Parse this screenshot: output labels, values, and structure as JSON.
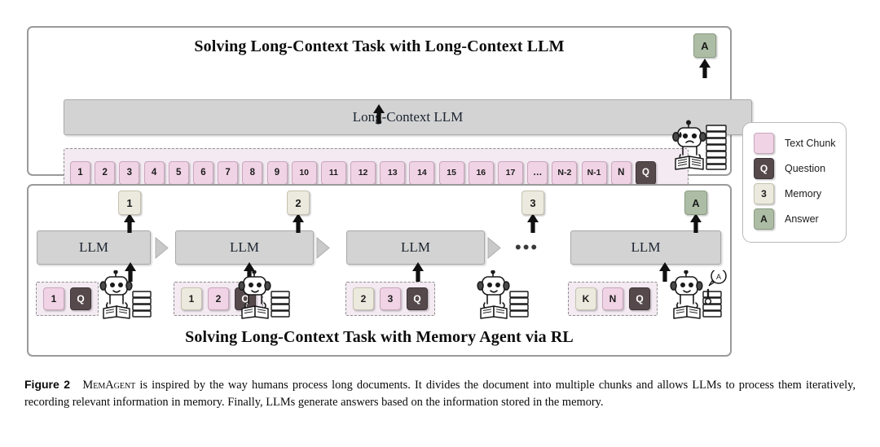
{
  "figure": {
    "label": "Figure 2",
    "name_smallcaps": "MemAgent",
    "caption_part1": " is inspired by the way humans process long documents. It divides the document into multiple chunks and allows LLMs to process them iteratively, recording relevant information in memory. Finally, LLMs generate answers based on the information stored in the memory."
  },
  "panel_top": {
    "title": "Solving Long-Context Task with Long-Context LLM",
    "llm_label": "Long-Context LLM",
    "answer_token": "A",
    "chunks": [
      "1",
      "2",
      "3",
      "4",
      "5",
      "6",
      "7",
      "8",
      "9",
      "10",
      "11",
      "12",
      "13",
      "14",
      "15",
      "16",
      "17",
      "…",
      "N-2",
      "N-1",
      "N"
    ],
    "question_token": "Q",
    "robot_mood": "sad-robot-reading-icon"
  },
  "panel_bottom": {
    "title": "Solving Long-Context Task with Memory Agent via RL",
    "ellipsis": "•••",
    "steps": [
      {
        "llm_label": "LLM",
        "output": {
          "text": "1",
          "kind": "mem"
        },
        "inputs": [
          {
            "text": "1",
            "kind": "chunk"
          },
          {
            "text": "Q",
            "kind": "q"
          }
        ],
        "robot": "happy-robot-writing-icon"
      },
      {
        "llm_label": "LLM",
        "output": {
          "text": "2",
          "kind": "mem"
        },
        "inputs": [
          {
            "text": "1",
            "kind": "mem"
          },
          {
            "text": "2",
            "kind": "chunk"
          },
          {
            "text": "Q",
            "kind": "q"
          }
        ],
        "robot": "happy-robot-writing-icon"
      },
      {
        "llm_label": "LLM",
        "output": {
          "text": "3",
          "kind": "mem"
        },
        "inputs": [
          {
            "text": "2",
            "kind": "mem"
          },
          {
            "text": "3",
            "kind": "chunk"
          },
          {
            "text": "Q",
            "kind": "q"
          }
        ],
        "robot": "happy-robot-writing-icon"
      },
      {
        "llm_label": "LLM",
        "output": {
          "text": "A",
          "kind": "ans"
        },
        "inputs": [
          {
            "text": "K",
            "kind": "mem"
          },
          {
            "text": "N",
            "kind": "chunk"
          },
          {
            "text": "Q",
            "kind": "q"
          }
        ],
        "robot": "robot-answer-bubble-icon",
        "bubble": "A"
      }
    ]
  },
  "legend": {
    "items": [
      {
        "token": "",
        "label": "Text Chunk",
        "kind": "chunk"
      },
      {
        "token": "Q",
        "label": "Question",
        "kind": "q"
      },
      {
        "token": "3",
        "label": "Memory",
        "kind": "mem"
      },
      {
        "token": "A",
        "label": "Answer",
        "kind": "ans"
      }
    ]
  },
  "colors": {
    "chunk": "#f0d3e5",
    "question": "#56494c",
    "memory": "#eceade",
    "answer": "#adbda5",
    "llm_bar": "#d3d3d3",
    "panel_border": "#9a9a9a",
    "group_bg": "#f3eaf2"
  }
}
